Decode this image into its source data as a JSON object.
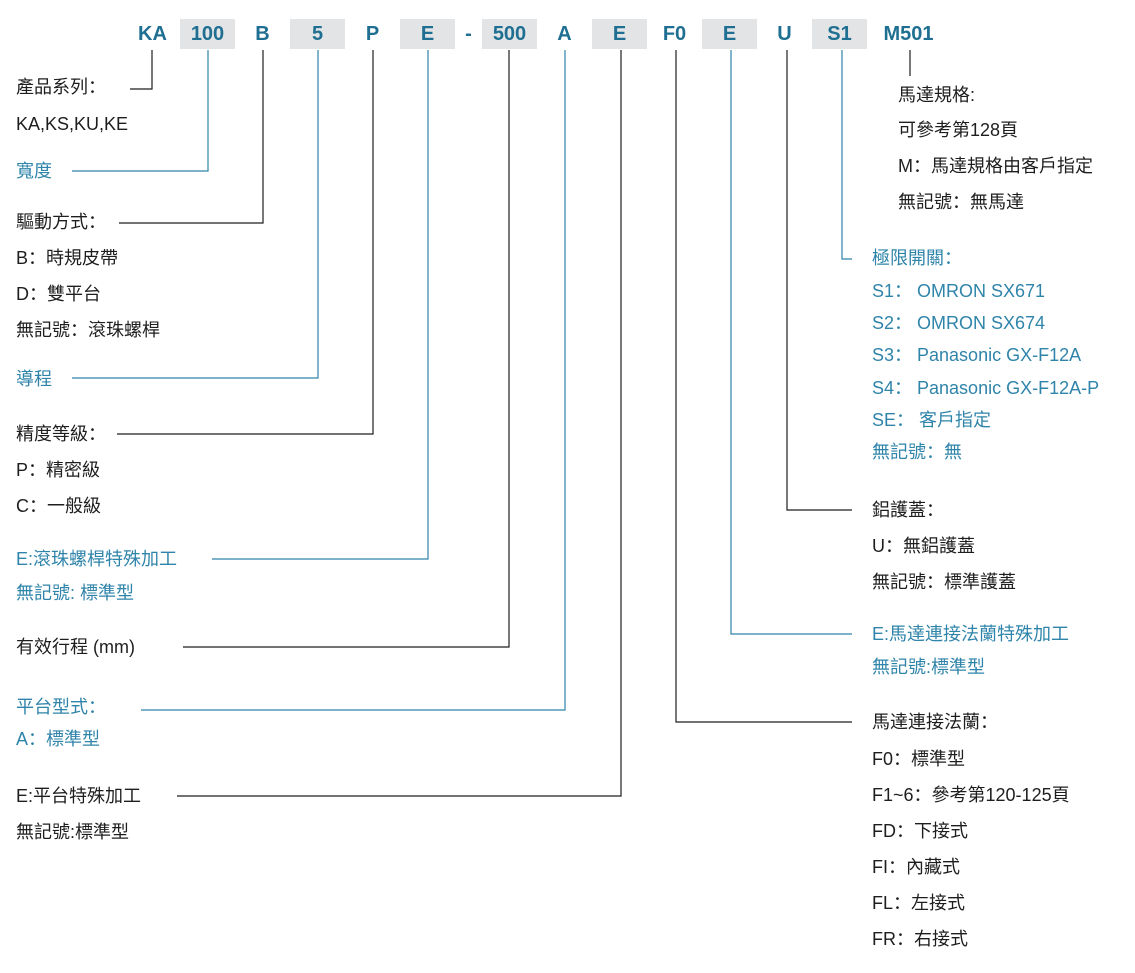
{
  "code_segments": [
    "KA",
    "100",
    "B",
    "5",
    "P",
    "E",
    "-",
    "500",
    "A",
    "E",
    "F0",
    "E",
    "U",
    "S1",
    "M501"
  ],
  "colors": {
    "code_text": "#1f6f92",
    "code_bg": "#e3e4e5",
    "blue_label": "#2f84aa",
    "dark_text": "#1e1e1e",
    "line_blue": "#2f84aa",
    "line_dark": "#1e1e1e"
  },
  "groups": {
    "series": {
      "title": "產品系列：",
      "lines": [
        "KA,KS,KU,KE"
      ]
    },
    "width": {
      "title": "寬度",
      "lines": []
    },
    "drive": {
      "title": "驅動方式：",
      "lines": [
        "B：時規皮帶",
        "D：雙平台",
        "無記號：滾珠螺桿"
      ]
    },
    "lead": {
      "title": "導程",
      "lines": []
    },
    "accuracy": {
      "title": "精度等級：",
      "lines": [
        "P：精密級",
        "C：一般級"
      ]
    },
    "screw_special": {
      "title": "E:滾珠螺桿特殊加工",
      "lines": [
        "無記號: 標準型"
      ]
    },
    "stroke": {
      "title": "有效行程 (mm)",
      "lines": []
    },
    "table_type": {
      "title": "平台型式：",
      "lines": [
        "A：標準型"
      ]
    },
    "table_special": {
      "title": "E:平台特殊加工",
      "lines": [
        "無記號:標準型"
      ]
    },
    "motor": {
      "title": "馬達規格:",
      "lines": [
        "可參考第128頁",
        "M：馬達規格由客戶指定",
        "無記號：無馬達"
      ]
    },
    "limit_switch": {
      "title": "極限開關：",
      "lines": [
        "S1： OMRON SX671",
        "S2： OMRON SX674",
        "S3： Panasonic GX-F12A",
        "S4： Panasonic GX-F12A-P",
        "SE： 客戶指定",
        "無記號：無"
      ]
    },
    "cover": {
      "title": "鋁護蓋：",
      "lines": [
        "U：無鋁護蓋",
        "無記號：標準護蓋"
      ]
    },
    "flange_special": {
      "title": "E:馬達連接法蘭特殊加工",
      "lines": [
        "無記號:標準型"
      ]
    },
    "flange": {
      "title": "馬達連接法蘭：",
      "lines": [
        "F0：標準型",
        "F1~6：參考第120-125頁",
        "FD：下接式",
        "FI：內藏式",
        "FL：左接式",
        "FR：右接式"
      ]
    }
  }
}
